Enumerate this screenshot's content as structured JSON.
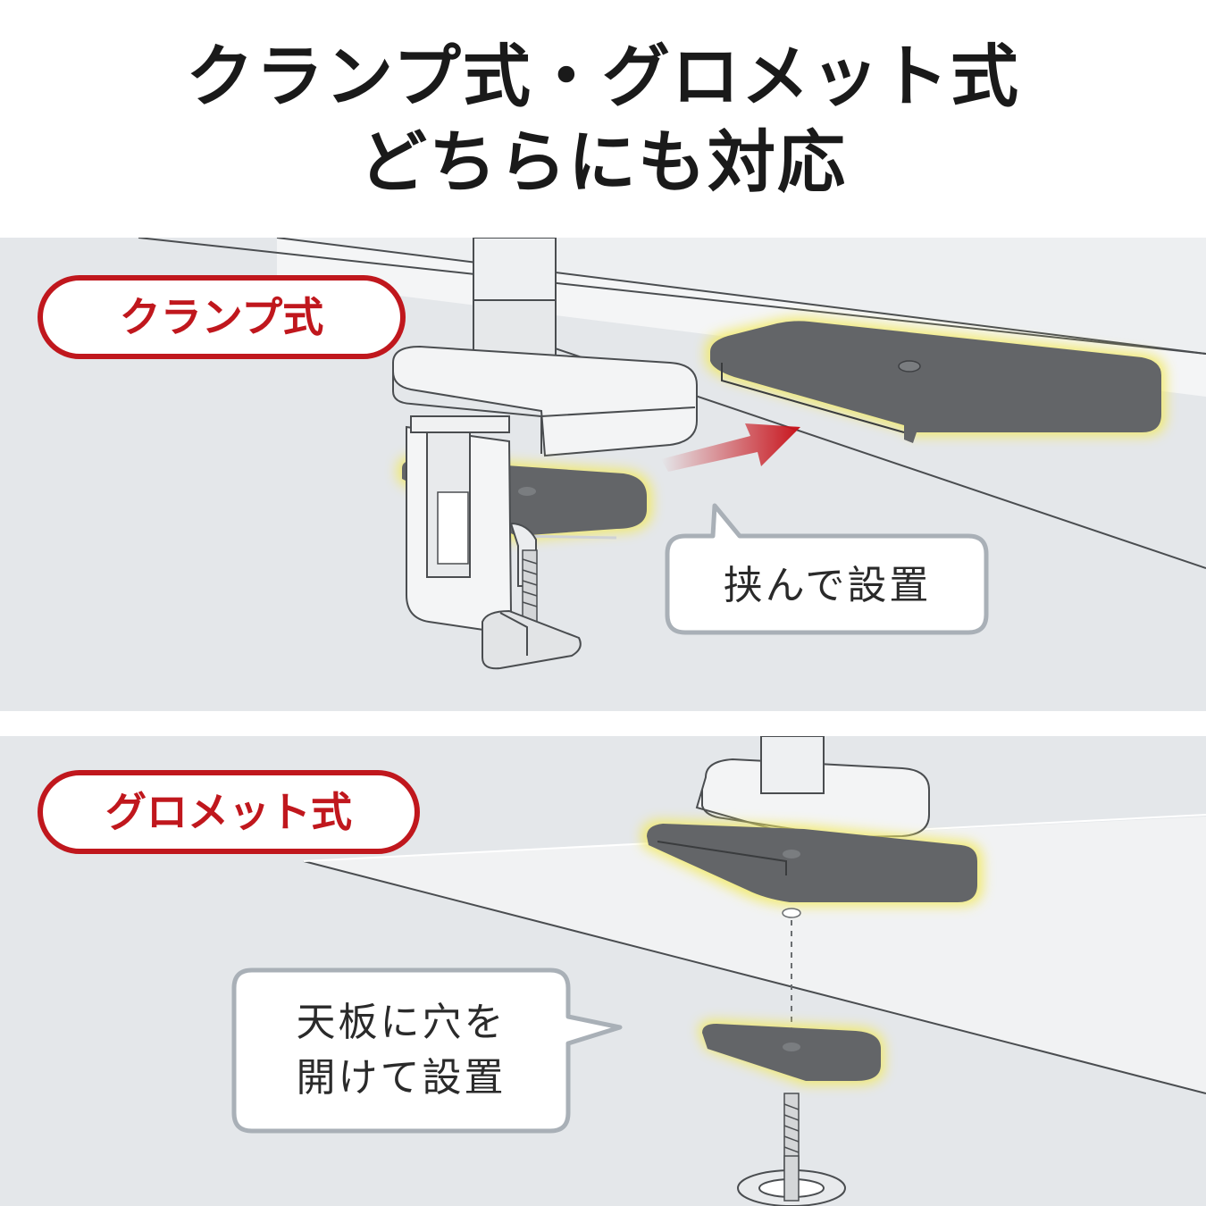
{
  "headline": {
    "line1": "クランプ式・グロメット式",
    "line2": "どちらにも対応"
  },
  "clamp": {
    "label": "クランプ式",
    "callout": "挟んで設置"
  },
  "grommet": {
    "label": "グロメット式",
    "callout_line1": "天板に穴を",
    "callout_line2": "開けて設置"
  },
  "colors": {
    "accent": "#c0171d",
    "panel_bg": "#e4e7ea",
    "plate": "#636568",
    "glow": "#f3ea62",
    "arrow": "#c8141c"
  }
}
